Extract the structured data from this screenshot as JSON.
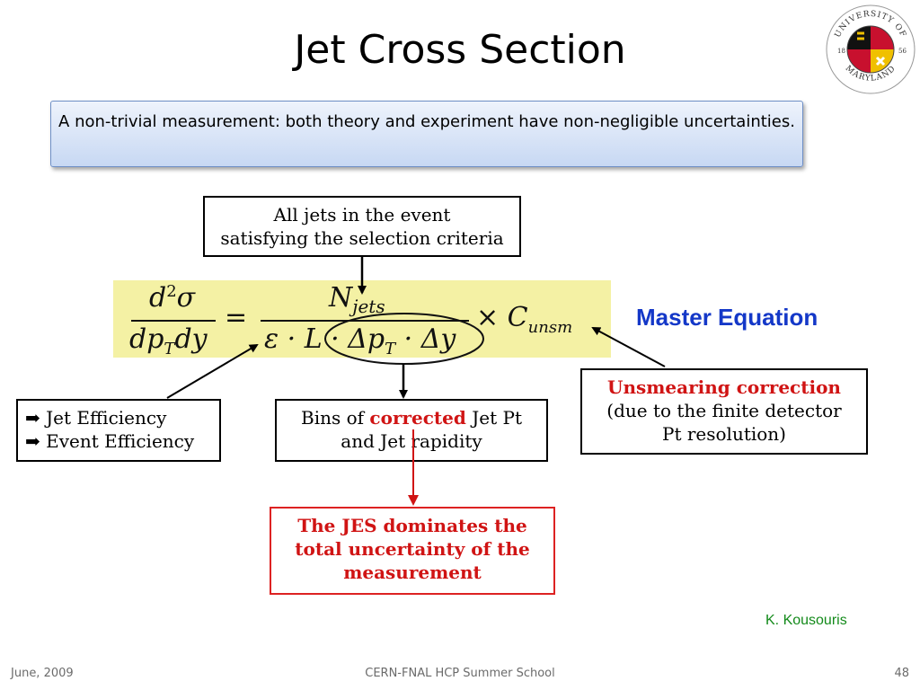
{
  "slide": {
    "title": "Jet Cross Section",
    "callout": "A non-trivial measurement: both theory and experiment have non-negligible uncertainties.",
    "master_label": "Master Equation",
    "credit": "K. Kousouris",
    "footer": {
      "date": "June, 2009",
      "event": "CERN-FNAL HCP Summer School",
      "page": "48"
    }
  },
  "logo": {
    "text_top": "UNIVERSITY OF",
    "text_bottom": "MARYLAND",
    "year_left": "18",
    "year_right": "56"
  },
  "equation": {
    "lhs_num": "d²σ",
    "lhs_den": "dp_T dy",
    "equals": "=",
    "rhs_num": "N_jets",
    "rhs_den": "ε · L · Δp_T · Δy",
    "times": "× C_unsm"
  },
  "boxes": {
    "all_jets_line1": "All jets in the event",
    "all_jets_line2": "satisfying the selection criteria",
    "eff_line1": "Jet Efficiency",
    "eff_line2": "Event Efficiency",
    "bins_prefix": "Bins of",
    "bins_highlight": "corrected",
    "bins_suffix": "Jet Pt",
    "bins_line2": "and Jet rapidity",
    "unsm_title": "Unsmearing correction",
    "unsm_line2": "(due to the finite detector",
    "unsm_line3": "Pt resolution)",
    "jes_line1": "The JES dominates the",
    "jes_line2": "total uncertainty of the",
    "jes_line3": "measurement"
  }
}
